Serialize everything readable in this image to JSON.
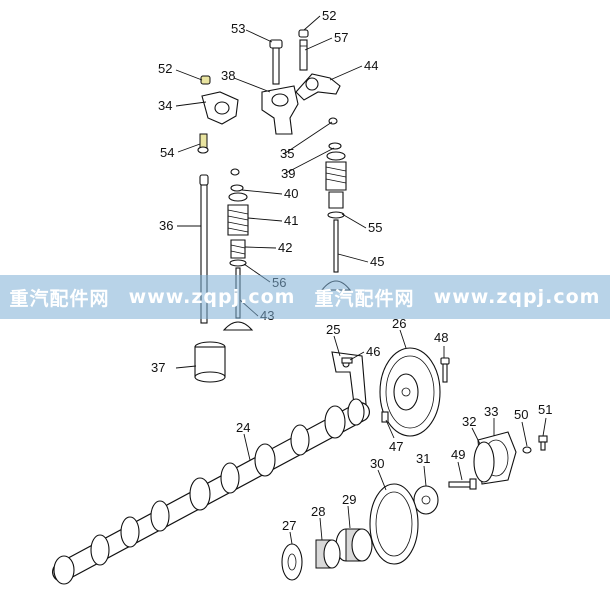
{
  "diagram": {
    "callouts": [
      "53",
      "52",
      "57",
      "52",
      "38",
      "44",
      "34",
      "54",
      "35",
      "39",
      "40",
      "36",
      "41",
      "42",
      "55",
      "56",
      "45",
      "43",
      "37",
      "25",
      "26",
      "46",
      "48",
      "24",
      "47",
      "33",
      "32",
      "50",
      "51",
      "31",
      "49",
      "30",
      "28",
      "29",
      "27"
    ]
  },
  "watermark": {
    "items": [
      "重汽配件网",
      "www.zqpj.com",
      "重汽配件网",
      "www.zqpj.com"
    ]
  },
  "colors": {
    "ink": "#111111",
    "highlight": "#e9e4a0",
    "watermark_band": "#7eaed6"
  }
}
